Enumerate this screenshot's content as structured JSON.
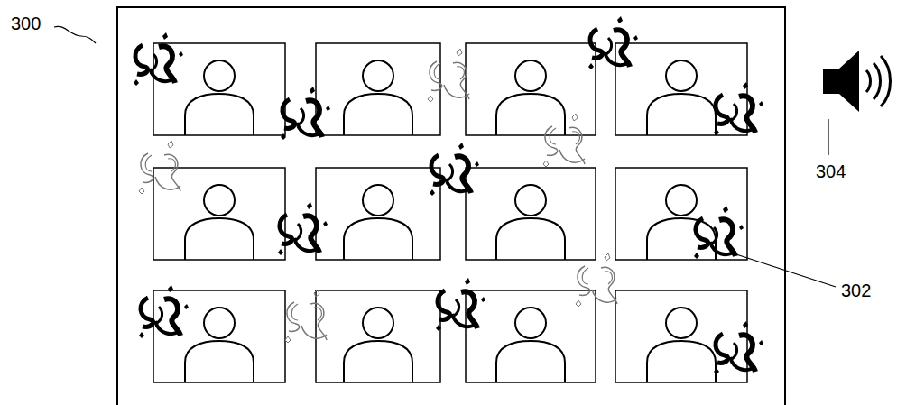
{
  "diagram": {
    "labels": [
      "300",
      "302",
      "304"
    ]
  }
}
